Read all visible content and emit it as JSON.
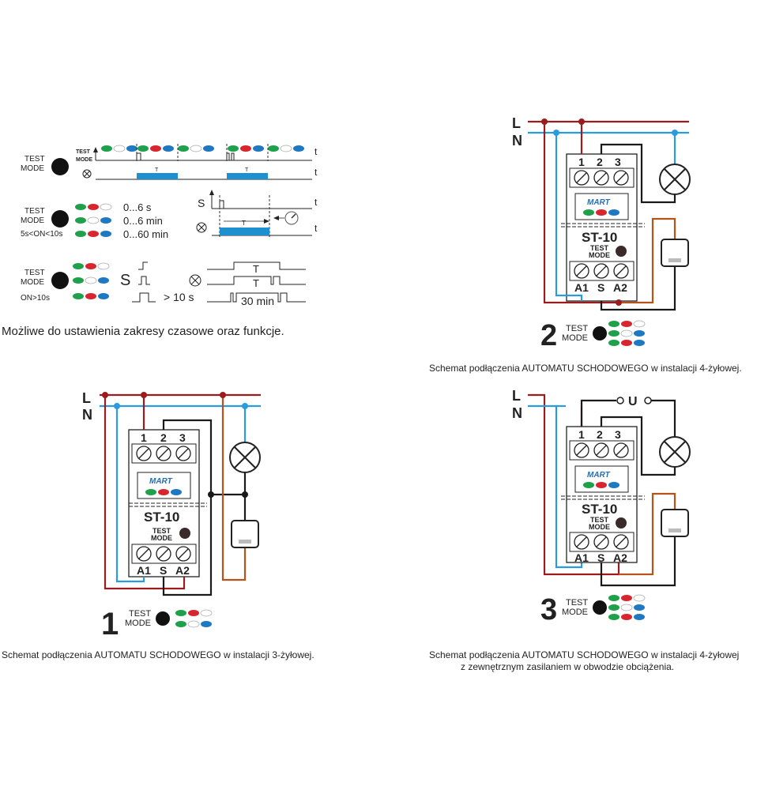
{
  "colors": {
    "live": "#9b1c1c",
    "neutral": "#2b9be0",
    "load": "#b5541a",
    "wire": "#1a1a1a",
    "led_green": "#1fa04a",
    "led_red": "#d8262e",
    "led_blue": "#1f78c2",
    "timer_bar": "#1e90d0"
  },
  "timing": {
    "test_mode_label_1": "TEST",
    "test_mode_label_2": "MODE",
    "small_test_1": "TEST",
    "small_test_2": "MODE",
    "t_axis": "t",
    "T_label": "T",
    "range_6s": "0...6 s",
    "range_6min": "0...6 min",
    "range_60min": "0...60 min",
    "on_range": "5s<ON<10s",
    "s_label": "S",
    "on_gt10": "ON>10s",
    "gt_10s": "> 10 s",
    "thirty_min": "30 min",
    "note": "Możliwe do ustawienia  zakresy czasowe oraz funkcje."
  },
  "diagrams": {
    "L": "L",
    "N": "N",
    "U": "U",
    "terminals_top": [
      "1",
      "2",
      "3"
    ],
    "terminals_bottom": [
      "A1",
      "S",
      "A2"
    ],
    "brand": "MART",
    "model": "ST-10",
    "test": "TEST",
    "mode": "MODE",
    "num_1": "1",
    "num_2": "2",
    "num_3": "3",
    "caption_1": "Schemat podłączenia AUTOMATU SCHODOWEGO w instalacji 3-żyłowej.",
    "caption_2": "Schemat podłączenia AUTOMATU SCHODOWEGO w instalacji 4-żyłowej.",
    "caption_3a": "Schemat podłączenia AUTOMATU SCHODOWEGO w instalacji 4-żyłowej",
    "caption_3b": "z zewnętrznym zasilaniem w  obwodzie obciążenia."
  }
}
